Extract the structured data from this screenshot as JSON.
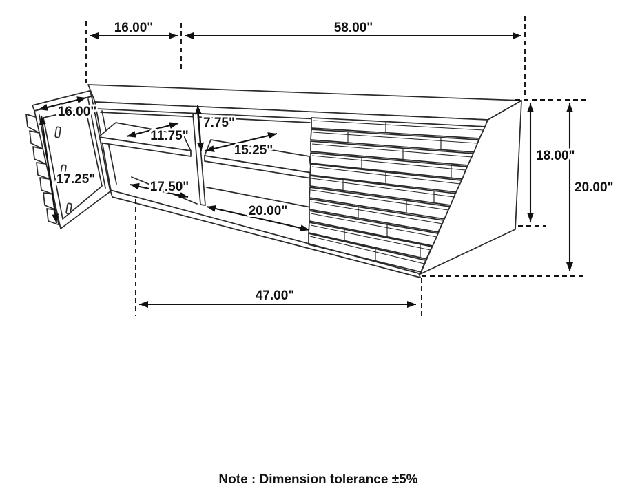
{
  "page": {
    "background_color": "#ffffff",
    "line_color": "#2b2b2b",
    "text_color": "#111111"
  },
  "note": {
    "note_text": "Note : Dimension tolerance ±5%"
  },
  "dimensions": {
    "top_section_width": "16.00\"",
    "top_main_width": "58.00\"",
    "door_panel_width": "16.00\"",
    "door_panel_height": "17.25\"",
    "left_shelf_depth": "11.75\"",
    "upper_compartment_height": "7.75\"",
    "middle_shelf_width": "15.25\"",
    "lower_left_compartment_width": "17.50\"",
    "lower_right_compartment_width": "20.00\"",
    "side_panel_height": "18.00\"",
    "overall_height": "20.00\"",
    "bottom_front_width": "47.00\""
  }
}
